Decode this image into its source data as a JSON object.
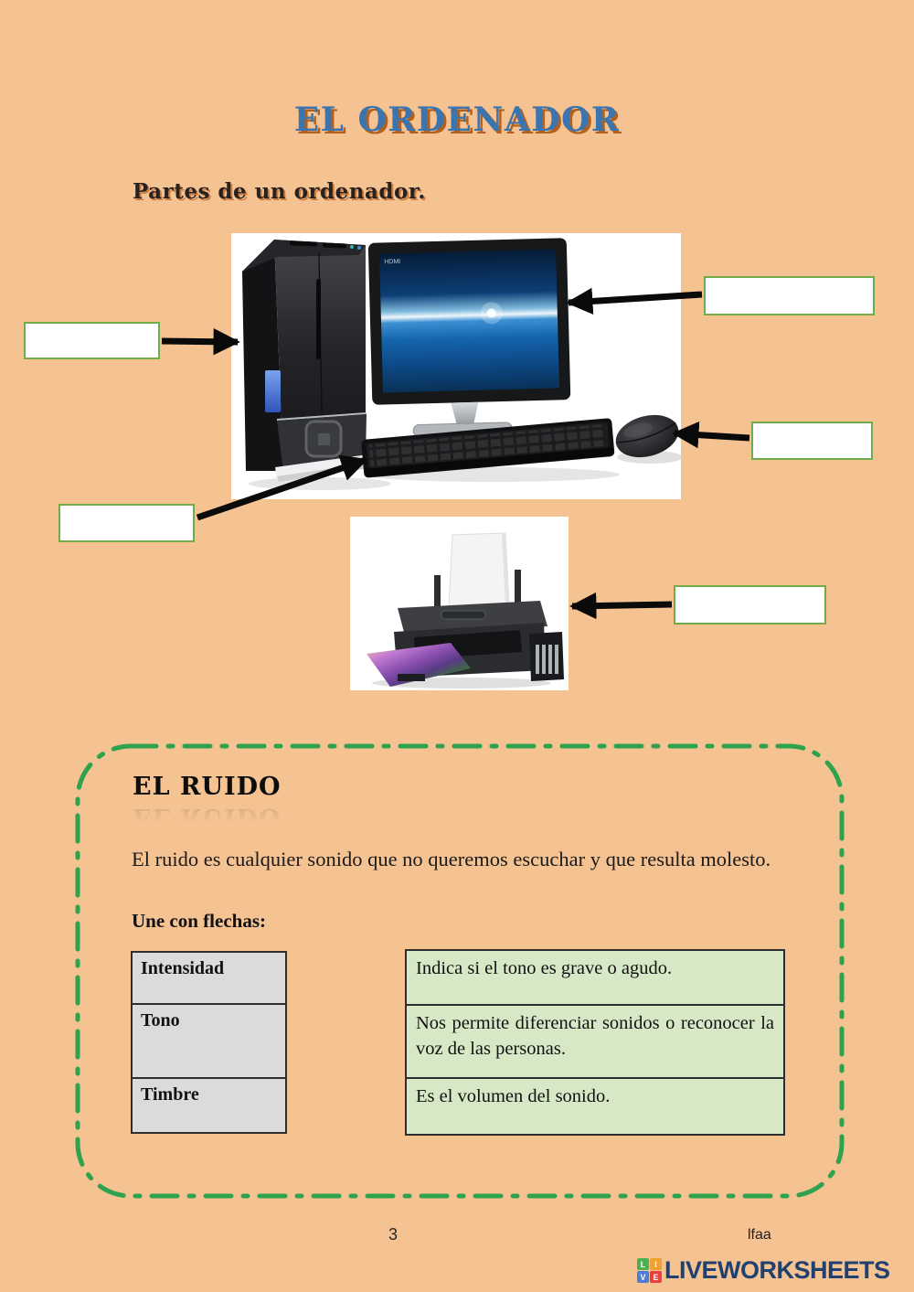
{
  "header": {
    "title": "EL ORDENADOR",
    "subtitle": "Partes de un ordenador."
  },
  "labeling": {
    "monitor_screen_text": "HDMI",
    "boxes": [
      {
        "id": "monitor",
        "value": ""
      },
      {
        "id": "tower",
        "value": ""
      },
      {
        "id": "mouse",
        "value": ""
      },
      {
        "id": "keyboard",
        "value": ""
      },
      {
        "id": "printer",
        "value": ""
      }
    ]
  },
  "ruido": {
    "heading": "EL RUIDO",
    "paragraph": "El ruido es cualquier sonido que no queremos escuchar y que resulta molesto.",
    "instruction": "Une con flechas:",
    "match": {
      "terms": [
        "Intensidad",
        "Tono",
        "Timbre"
      ],
      "definitions": [
        "Indica si el tono es grave o agudo.",
        "Nos permite diferenciar sonidos o reconocer la voz de las personas.",
        "Es el volumen del sonido."
      ]
    }
  },
  "footer": {
    "page_number": "3",
    "author": "lfaa",
    "logo": {
      "squares": [
        {
          "letter": "L",
          "color": "#4CAF50"
        },
        {
          "letter": "I",
          "color": "#F0A030"
        },
        {
          "letter": "V",
          "color": "#4C7BD9"
        },
        {
          "letter": "E",
          "color": "#E64040"
        }
      ],
      "brand": "LIVEWORKSHEETS"
    }
  },
  "colors": {
    "page_bg": "#F5C292",
    "answer_box_border": "#70AD47",
    "dashed_border": "#2EA24C",
    "term_cell_bg": "#DBDBDB",
    "definition_cell_bg": "#D7E8C6",
    "title_blue": "#3C74AE",
    "brand_navy": "#20406F"
  }
}
